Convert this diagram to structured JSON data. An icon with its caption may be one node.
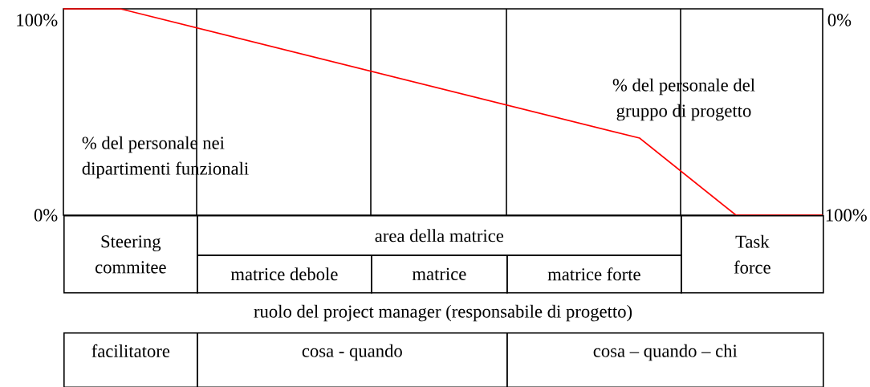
{
  "diagram": {
    "nodes": [
      {
        "text": [
          "Steering commitee"
        ]
      },
      {
        "text": [
          "area della matrice"
        ]
      },
      {
        "text": [
          "matrice debole"
        ]
      },
      {
        "text": [
          "matrice"
        ]
      },
      {
        "text": [
          "matrice forte"
        ]
      },
      {
        "text": [
          "Task force"
        ]
      },
      {
        "text": [
          "facilitatore"
        ]
      },
      {
        "text": [
          "cosa - quando"
        ]
      },
      {
        "text": [
          "cosa – quando – chi"
        ]
      }
    ],
    "labels": [
      "100%",
      "0%",
      "% del personale nei dipartimenti funzionali",
      "% del personale del gruppo di progetto",
      "0%",
      "100%",
      "ruolo del project manager (responsabile di progetto)"
    ]
  }
}
